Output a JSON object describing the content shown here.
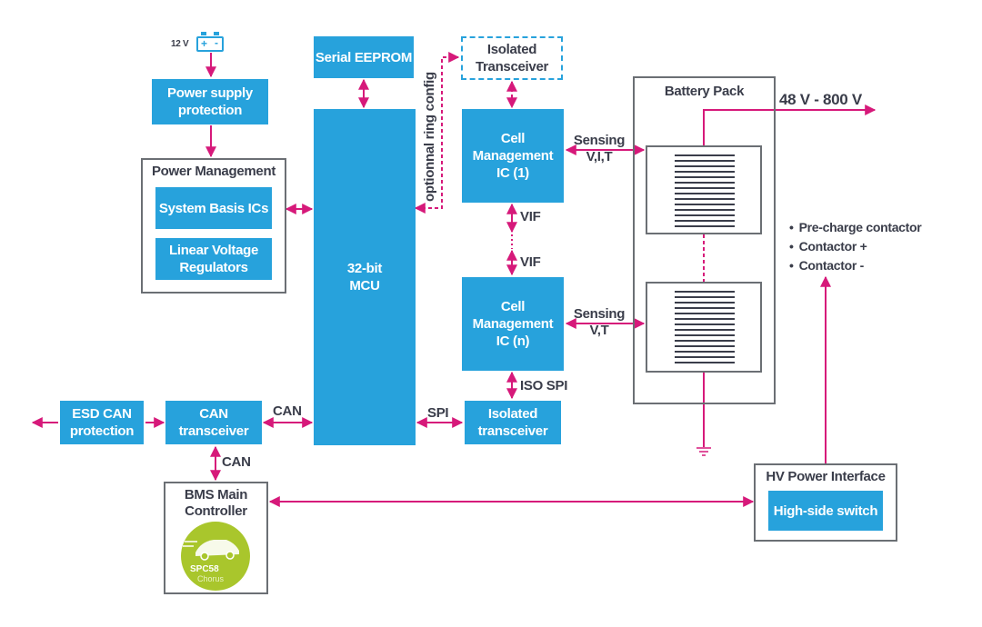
{
  "colors": {
    "block": "#27a2dc",
    "connector": "#d6197a",
    "frame": "#6b6f74",
    "text": "#3a3d4a",
    "logo": "#a9c62c"
  },
  "battery_supply": {
    "voltage": "12 V",
    "icon": "battery-icon",
    "plus": "+",
    "minus": "-"
  },
  "blocks": {
    "power_supply_protection": "Power supply protection",
    "serial_eeprom": "Serial EEPROM",
    "isolated_transceiver_top": "Isolated Transceiver",
    "mcu": "32-bit MCU",
    "cell_mgmt_1": "Cell Management IC (1)",
    "cell_mgmt_n": "Cell Management IC (n)",
    "isolated_transceiver_bottom": "Isolated transceiver",
    "esd_can_protection": "ESD CAN protection",
    "can_transceiver": "CAN transceiver",
    "system_basis_ics": "System Basis ICs",
    "linear_voltage_regulators": "Linear Voltage Regulators",
    "high_side_switch": "High-side switch"
  },
  "frames": {
    "power_management": "Power Management",
    "battery_pack": "Battery Pack",
    "bms_main_controller": "BMS Main Controller",
    "hv_power_interface": "HV Power Interface"
  },
  "labels": {
    "ring_config": "optionnal ring config",
    "sensing_vit": "Sensing V,I,T",
    "sensing_vt": "Sensing V,T",
    "vif_top": "VIF",
    "vif_bottom": "VIF",
    "iso_spi": "ISO SPI",
    "spi": "SPI",
    "can_mcu": "CAN",
    "can_controller": "CAN",
    "hv_range": "48 V - 800 V"
  },
  "contactors": [
    "Pre-charge contactor",
    "Contactor +",
    "Contactor -"
  ],
  "logo": {
    "brand": "SPC58",
    "sub": "Chorus",
    "icon": "car-icon"
  }
}
